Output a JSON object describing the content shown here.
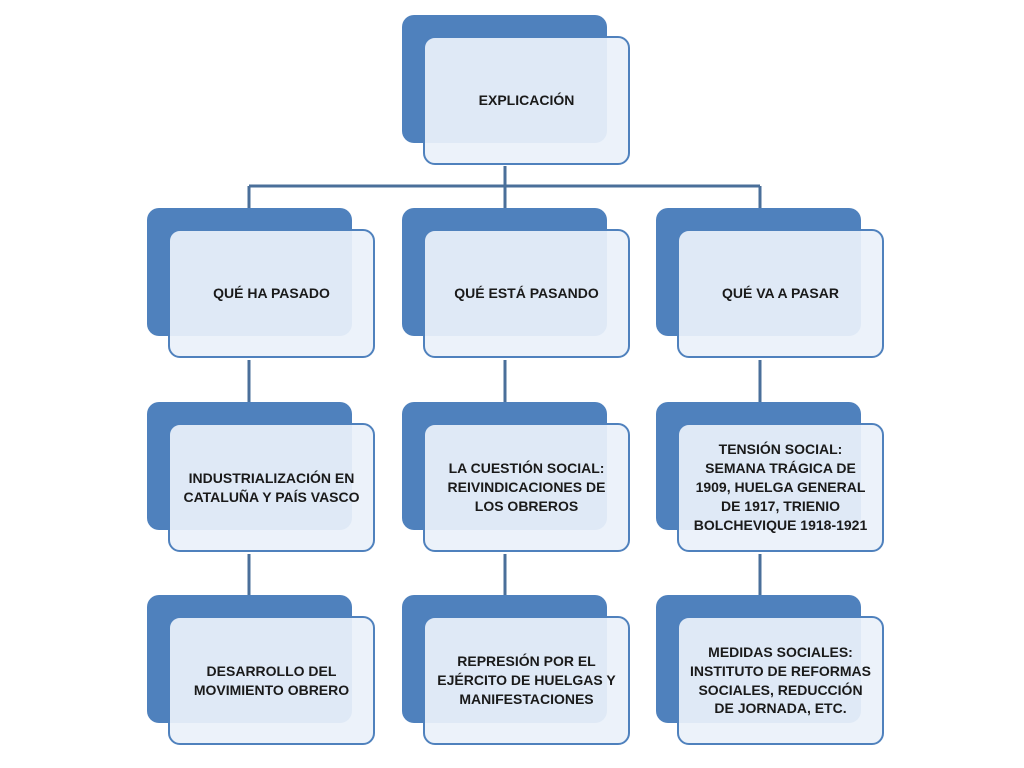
{
  "diagram": {
    "root": {
      "label": "EXPLICACIÓN"
    },
    "columns": [
      {
        "header": "QUÉ HA PASADO",
        "items": [
          "INDUSTRIALIZACIÓN EN CATALUÑA Y PAÍS VASCO",
          "DESARROLLO DEL MOVIMIENTO OBRERO"
        ]
      },
      {
        "header": "QUÉ ESTÁ PASANDO",
        "items": [
          "LA CUESTIÓN SOCIAL: REIVINDICACIONES DE LOS OBREROS",
          "REPRESIÓN POR EL EJÉRCITO DE HUELGAS Y MANIFESTACIONES"
        ]
      },
      {
        "header": "QUÉ VA A PASAR",
        "items": [
          "TENSIÓN SOCIAL: SEMANA TRÁGICA DE 1909, HUELGA GENERAL DE 1917, TRIENIO BOLCHEVIQUE 1918-1921",
          "MEDIDAS SOCIALES: INSTITUTO DE REFORMAS SOCIALES, REDUCCIÓN DE JORNADA, ETC."
        ]
      }
    ],
    "colors": {
      "box_back": "#4f81bd",
      "box_front": "#ebf1fa",
      "connector": "#4a6f9a"
    }
  }
}
